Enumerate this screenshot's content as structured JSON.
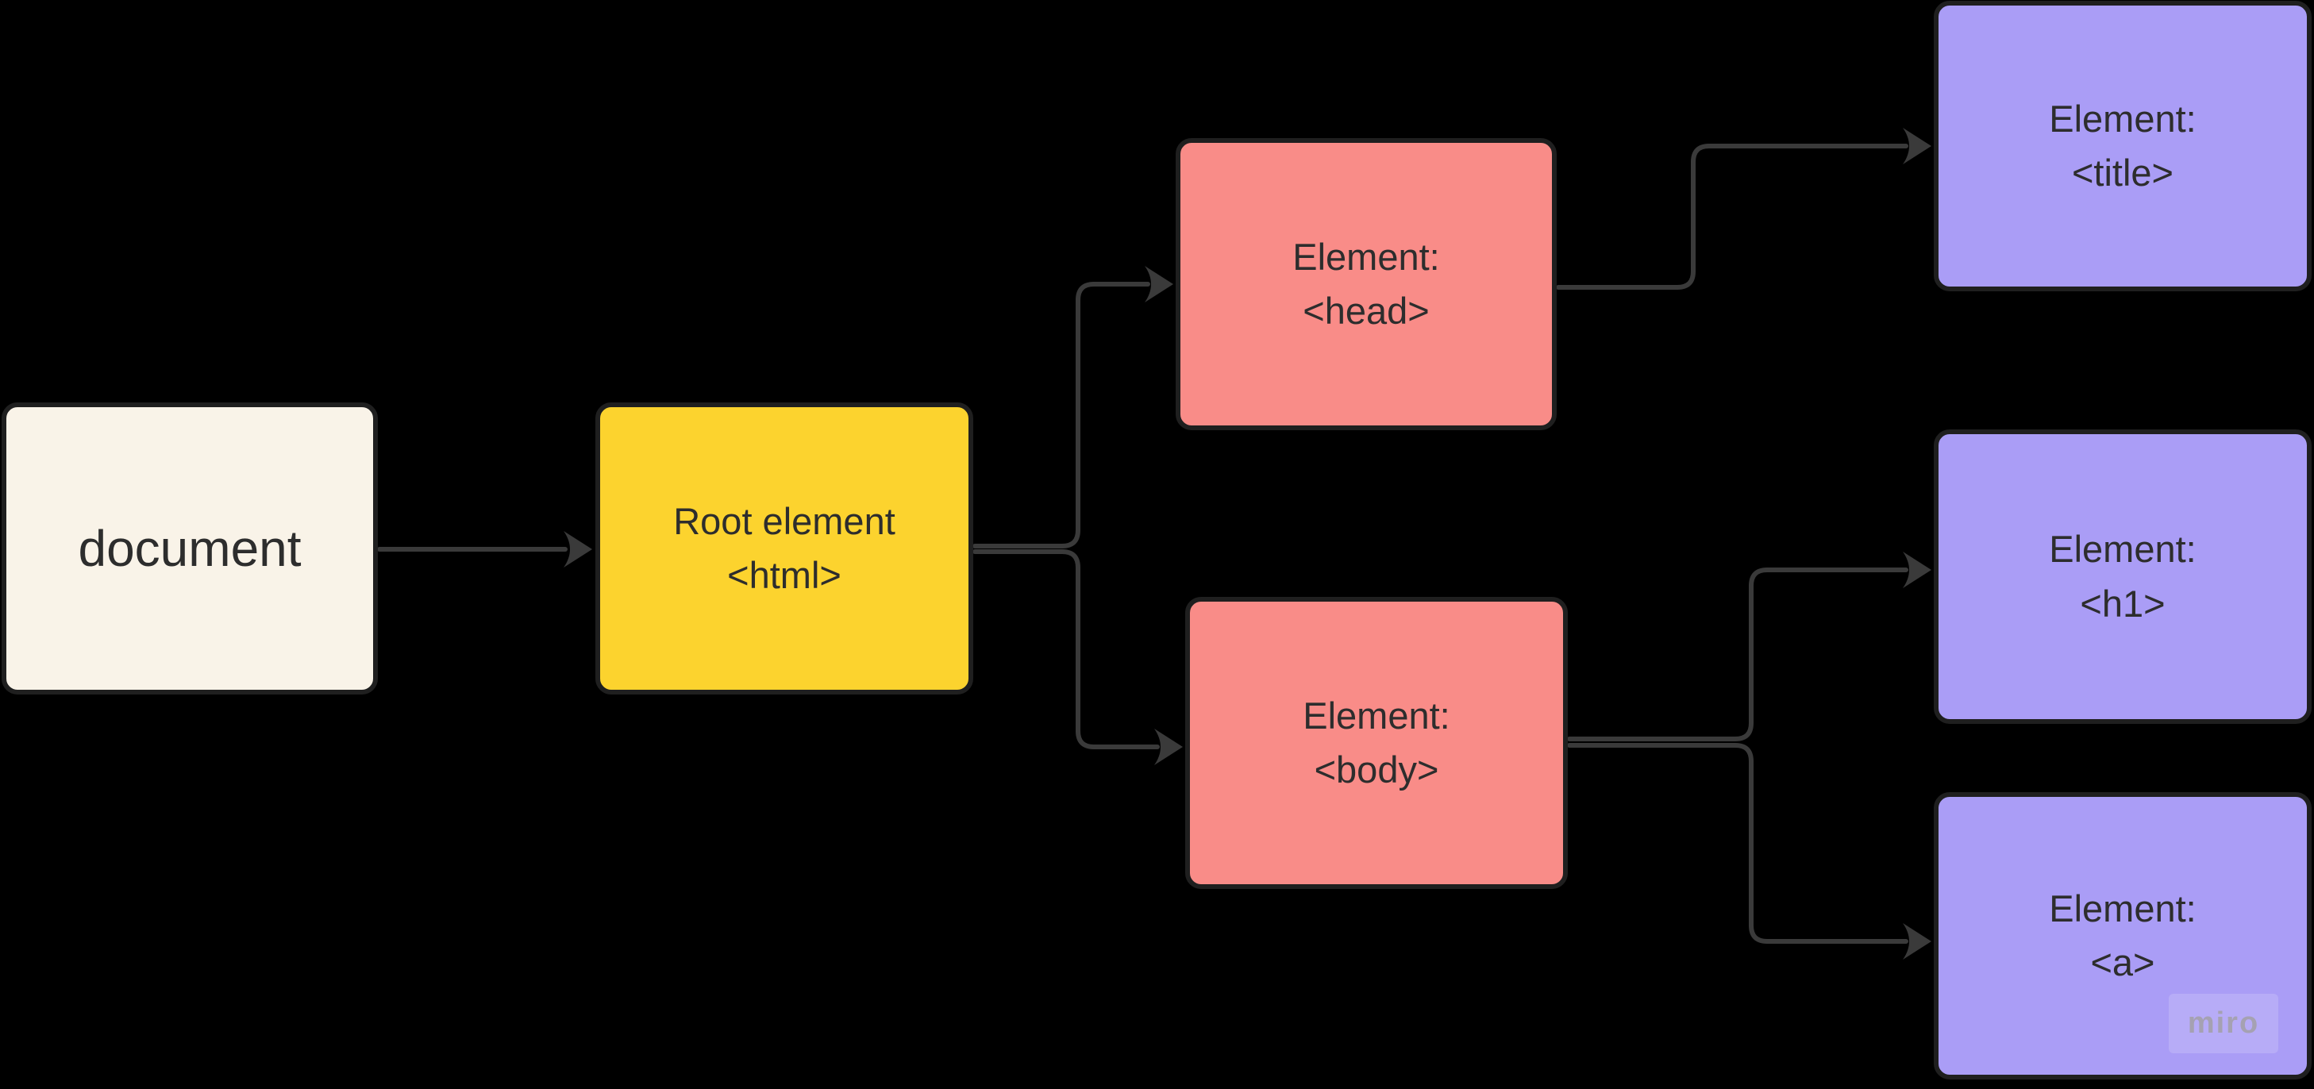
{
  "board": {
    "watermark": "miro"
  },
  "nodes": {
    "document": {
      "label": "document",
      "fill": "#F9F3E8"
    },
    "html": {
      "line1": "Root element",
      "line2": "<html>",
      "fill": "#FCD32E"
    },
    "head": {
      "line1": "Element:",
      "line2": "<head>",
      "fill": "#F98C88"
    },
    "body": {
      "line1": "Element:",
      "line2": "<body>",
      "fill": "#F98C88"
    },
    "title": {
      "line1": "Element:",
      "line2": "<title>",
      "fill": "#AA9DF6"
    },
    "h1": {
      "line1": "Element:",
      "line2": "<h1>",
      "fill": "#AA9DF6"
    },
    "a": {
      "line1": "Element:",
      "line2": "<a>",
      "fill": "#AA9DF6"
    }
  },
  "colors": {
    "background": "#000000",
    "connector": "#3A3A3A",
    "node_border": "#1F1F1F",
    "node_text": "#2D2D2D"
  },
  "connections": [
    {
      "from": "document",
      "to": "html"
    },
    {
      "from": "html",
      "to": "head"
    },
    {
      "from": "html",
      "to": "body"
    },
    {
      "from": "head",
      "to": "title"
    },
    {
      "from": "body",
      "to": "h1"
    },
    {
      "from": "body",
      "to": "a"
    }
  ]
}
